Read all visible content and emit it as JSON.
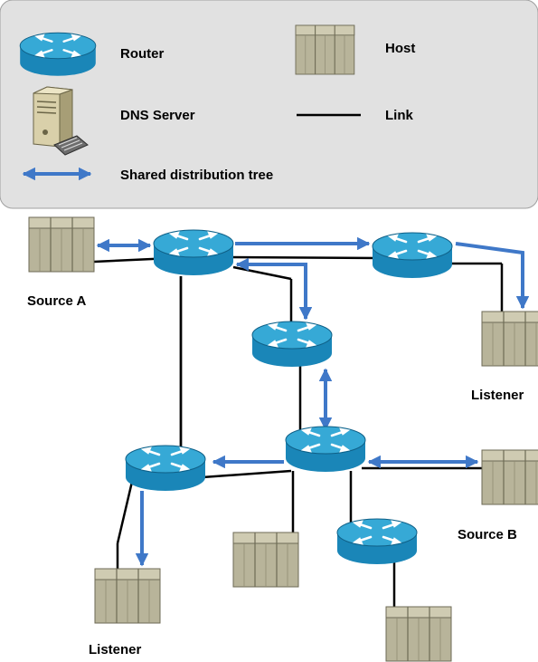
{
  "legend": {
    "router_label": "Router",
    "host_label": "Host",
    "dns_label": "DNS Server",
    "link_label": "Link",
    "tree_label": "Shared distribution tree"
  },
  "nodes": {
    "source_a": "Source A",
    "source_b": "Source B",
    "listener_right": "Listener",
    "listener_bottom": "Listener"
  },
  "colors": {
    "tree": "#3f78c8",
    "router_body": "#1a86b8",
    "router_top": "#36a9d6",
    "host_body": "#b8b49a",
    "legend_bg": "#e1e1e1"
  },
  "icons": [
    "router-icon",
    "host-icon",
    "dns-server-icon",
    "link-line-icon",
    "tree-arrow-icon"
  ]
}
